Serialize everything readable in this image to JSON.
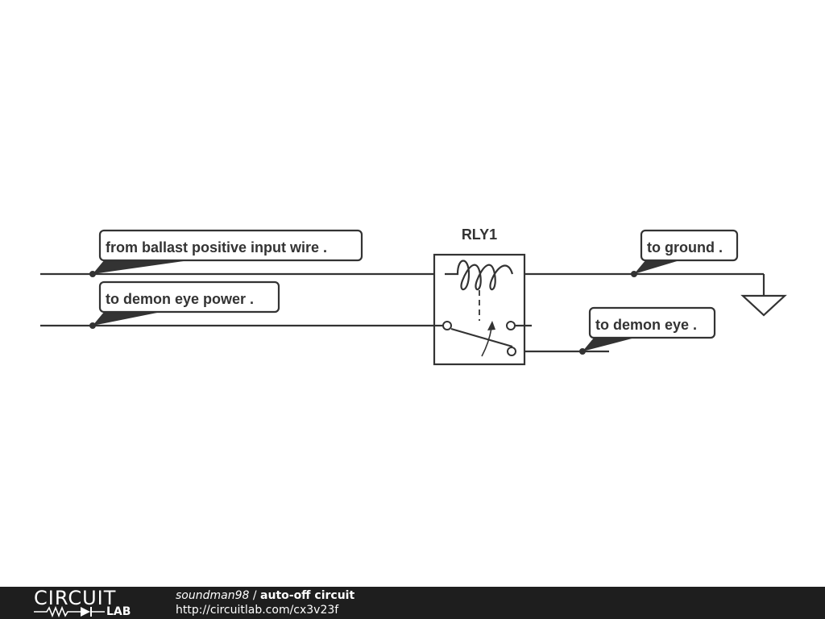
{
  "schematic": {
    "component": {
      "designator": "RLY1"
    },
    "labels": {
      "ballast": "from ballast positive input wire .",
      "power": "to demon eye power .",
      "ground": "to ground .",
      "eye": "to demon eye ."
    }
  },
  "footer": {
    "logo_top": "CIRCUIT",
    "logo_bottom": "LAB",
    "author": "soundman98",
    "separator": " / ",
    "title": "auto-off circuit",
    "url": "http://circuitlab.com/cx3v23f"
  },
  "colors": {
    "wire": "#333333",
    "footer_bg": "#1e1e1e"
  }
}
